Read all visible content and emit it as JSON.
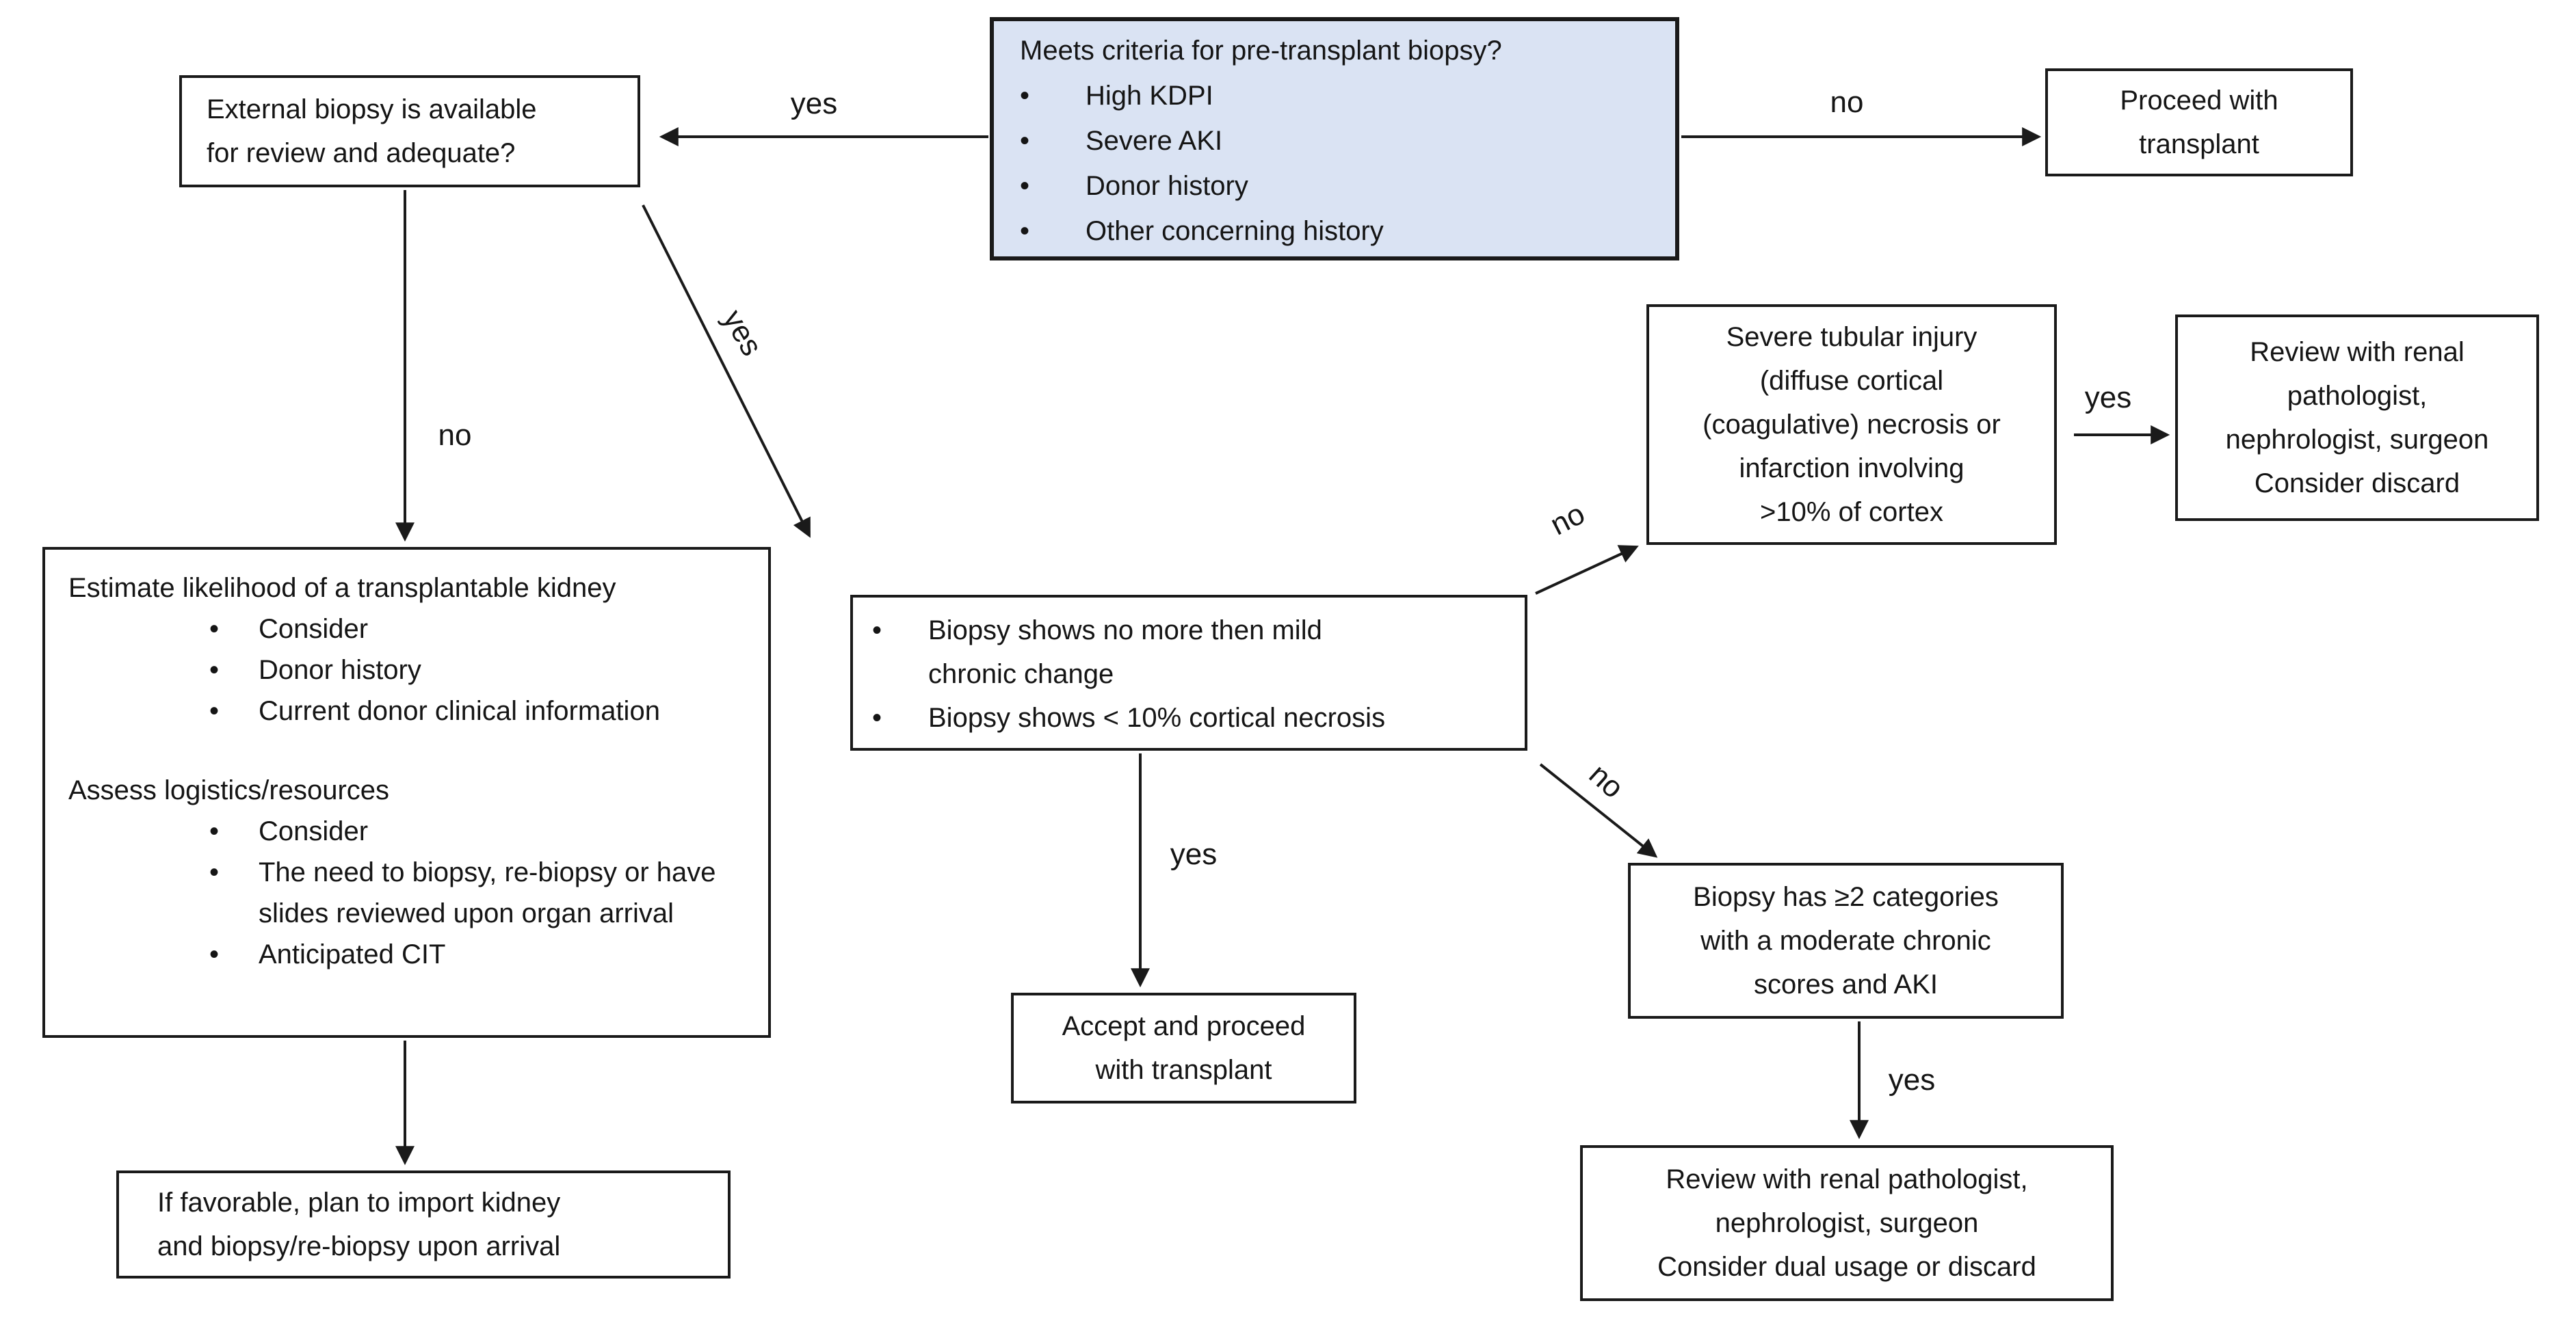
{
  "glyphs": {
    "bullet": "•"
  },
  "colors": {
    "background": "#ffffff",
    "decision_fill": "#dae3f3",
    "box_fill": "#ffffff",
    "border_and_arrows": "#1a1a1a"
  },
  "nodes": {
    "criteria": {
      "title": "Meets criteria for pre-transplant biopsy?",
      "bullets": [
        "High KDPI",
        "Severe AKI",
        "Donor history",
        "Other concerning history"
      ]
    },
    "external": {
      "text": "External biopsy is available\nfor review and adequate?"
    },
    "proceed": {
      "text": "Proceed with\ntransplant"
    },
    "severe": {
      "text": "Severe tubular injury\n(diffuse cortical\n(coagulative) necrosis or\ninfarction involving\n>10% of cortex"
    },
    "review_discard": {
      "text": "Review with renal\npathologist,\nnephrologist, surgeon\nConsider discard"
    },
    "findings": {
      "bullets": [
        "Biopsy shows no more then mild\nchronic change",
        "Biopsy shows < 10% cortical necrosis"
      ]
    },
    "estimate": {
      "heading1": "Estimate likelihood of a transplantable kidney",
      "bullets1": [
        "Consider",
        "Donor history",
        "Current donor clinical information"
      ],
      "heading2": "Assess logistics/resources",
      "bullets2": [
        "Consider",
        "The need to biopsy, re-biopsy or have\nslides reviewed upon organ arrival",
        "Anticipated CIT"
      ]
    },
    "import": {
      "text": "If favorable, plan to import kidney\nand biopsy/re-biopsy  upon arrival"
    },
    "accept": {
      "text": "Accept and proceed\nwith transplant"
    },
    "categories": {
      "text": "Biopsy has ≥2 categories\nwith a moderate chronic\nscores and AKI"
    },
    "review_dual": {
      "text": "Review with renal pathologist,\nnephrologist, surgeon\nConsider dual usage or discard"
    }
  },
  "edges": {
    "criteria_to_external": "yes",
    "criteria_to_proceed": "no",
    "external_to_findings": "yes",
    "external_to_estimate": "no",
    "findings_to_severe": "no",
    "findings_to_accept": "yes",
    "findings_to_categories": "no",
    "severe_to_review": "yes",
    "categories_to_review": "yes"
  }
}
